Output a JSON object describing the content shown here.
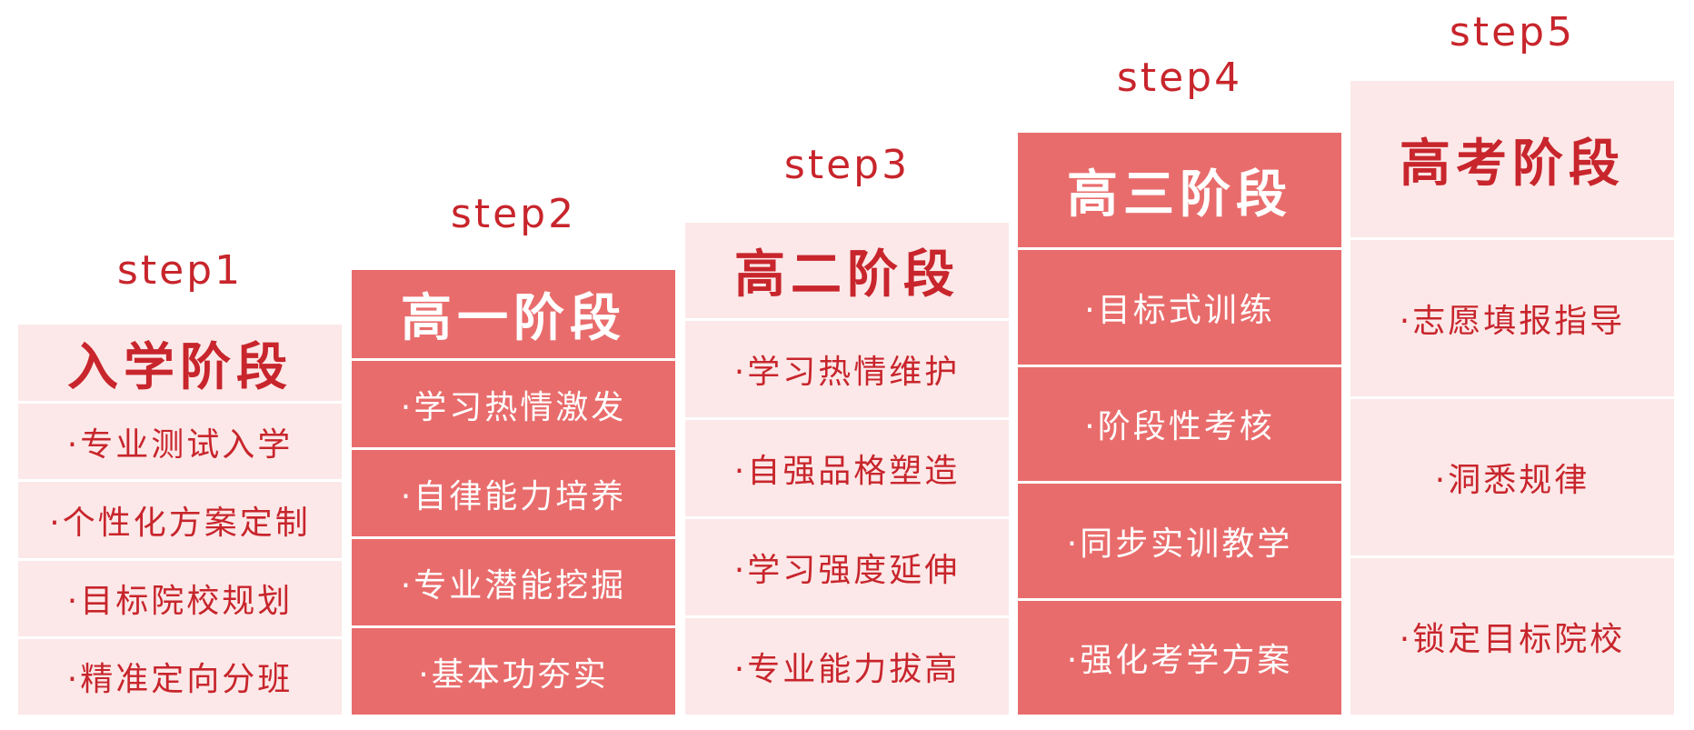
{
  "steps": [
    {
      "step_label": "step1",
      "title": "入学阶段",
      "items": [
        "·专业测试入学",
        "·个性化方案定制",
        "·目标院校规划",
        "·精准定向分班"
      ]
    },
    {
      "step_label": "step2",
      "title": "高一阶段",
      "items": [
        "·学习热情激发",
        "·自律能力培养",
        "·专业潜能挖掘",
        "·基本功夯实"
      ]
    },
    {
      "step_label": "step3",
      "title": "高二阶段",
      "items": [
        "·学习热情维护",
        "·自强品格塑造",
        "·学习强度延伸",
        "·专业能力拔高"
      ]
    },
    {
      "step_label": "step4",
      "title": "高三阶段",
      "items": [
        "·目标式训练",
        "·阶段性考核",
        "·同步实训教学",
        "·强化考学方案"
      ]
    },
    {
      "step_label": "step5",
      "title": "高考阶段",
      "items": [
        "·志愿填报指导",
        "·洞悉规律",
        "·锁定目标院校"
      ]
    }
  ],
  "colors": {
    "accent_red": "#c8252c",
    "light_pink": "#fce8e8",
    "salmon": "#e96c6c",
    "white": "#ffffff"
  }
}
